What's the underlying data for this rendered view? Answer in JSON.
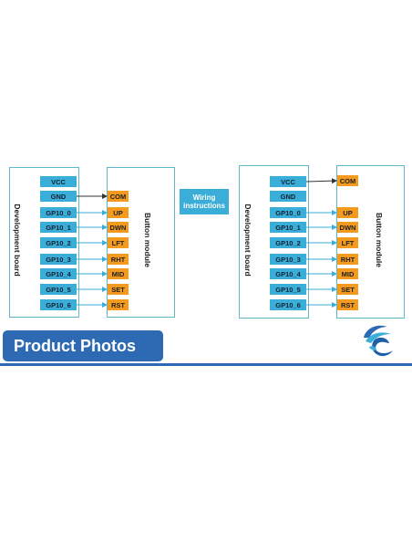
{
  "diagrams": [
    {
      "left_label": "Development board",
      "right_label": "Button module",
      "pins": [
        "VCC",
        "GND",
        "GP10_0",
        "GP10_1",
        "GP10_2",
        "GP10_3",
        "GP10_4",
        "GP10_5",
        "GP10_6"
      ],
      "buttons": [
        "COM",
        "UP",
        "DWN",
        "LFT",
        "RHT",
        "MID",
        "SET",
        "RST"
      ]
    },
    {
      "left_label": "Development board",
      "right_label": "Button module",
      "pins": [
        "VCC",
        "GND",
        "GP10_0",
        "GP10_1",
        "GP10_2",
        "GP10_3",
        "GP10_4",
        "GP10_5",
        "GP10_6"
      ],
      "buttons": [
        "COM",
        "UP",
        "DWN",
        "LFT",
        "RHT",
        "MID",
        "SET",
        "RST"
      ]
    }
  ],
  "center_badge": {
    "line1": "Wiring",
    "line2": "instructions"
  },
  "banner": {
    "label": "Product Photos"
  },
  "colors": {
    "pin": "#3aaed8",
    "button": "#f39a1f",
    "border": "#5fb8c8",
    "banner": "#2d6ab3"
  },
  "icons": {
    "logo": "brand-logo-icon"
  }
}
